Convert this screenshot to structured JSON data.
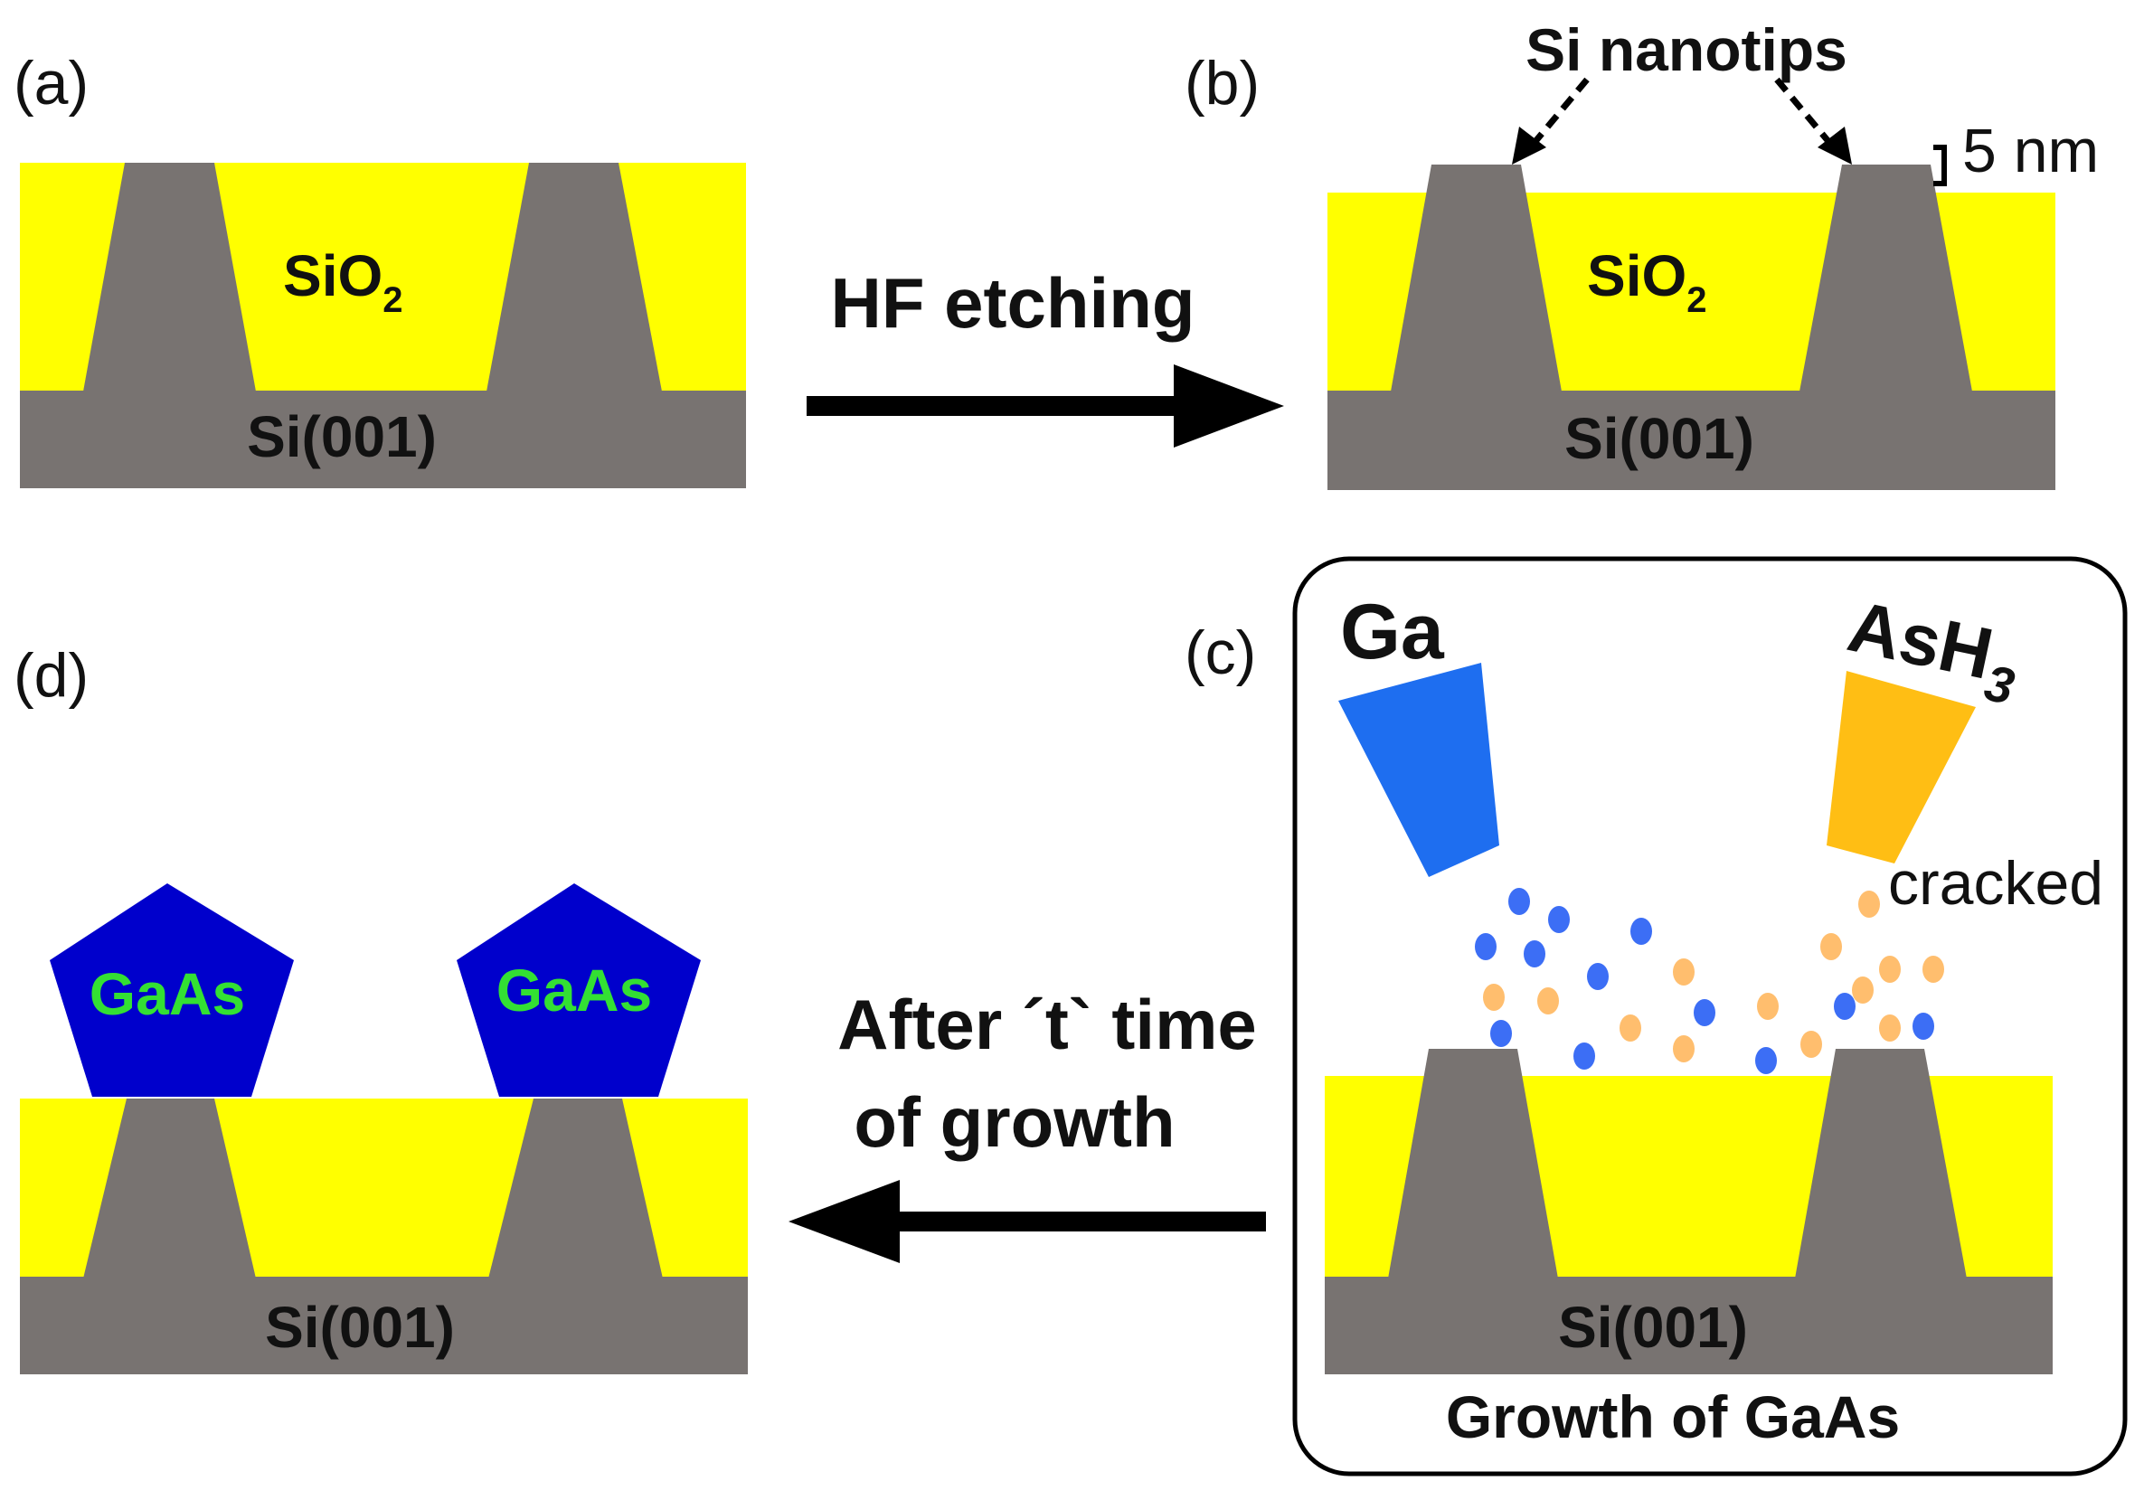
{
  "panels": {
    "a": {
      "label": "(a)",
      "oxide": "SiO",
      "oxide_sub": "2",
      "substrate": "Si(001)"
    },
    "b": {
      "label": "(b)",
      "oxide": "SiO",
      "oxide_sub": "2",
      "substrate": "Si(001)",
      "tips_label": "Si nanotips",
      "height_label": "5 nm"
    },
    "c": {
      "label": "(c)",
      "substrate": "Si(001)",
      "source_ga": "Ga",
      "source_ash": "AsH",
      "source_ash_sub": "3",
      "cracked_label": "cracked",
      "caption": "Growth of GaAs"
    },
    "d": {
      "label": "(d)",
      "substrate": "Si(001)",
      "crystal_left": "GaAs",
      "crystal_right": "GaAs"
    }
  },
  "arrows": {
    "etch": "HF etching",
    "growth_line1": "After ´t` time",
    "growth_line2": "of growth"
  },
  "colors": {
    "silicon": "#787371",
    "oxide": "#ffff00",
    "gaas_fill": "#0000cc",
    "gaas_text": "#33e033",
    "ga_cell": "#1e6ef0",
    "ash_cell": "#ffbe14",
    "ga_atom": "#3c6ef5",
    "as_atom": "#ffbe6e"
  }
}
